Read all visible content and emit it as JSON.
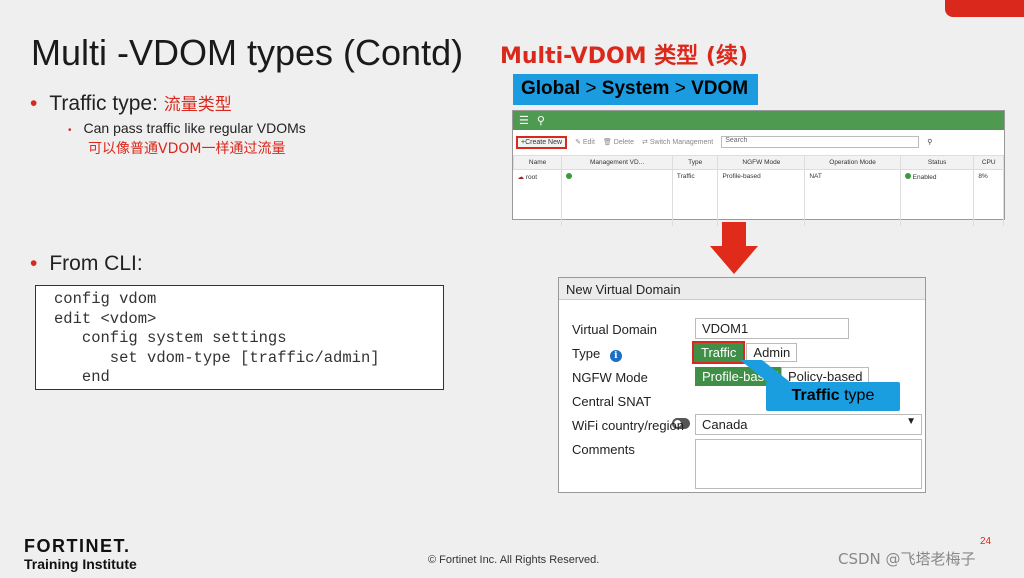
{
  "slide": {
    "title": "Multi -VDOM types (Contd)",
    "title_cn": "Multi-VDOM 类型 (续)",
    "bullet1": {
      "label": "Traffic type:",
      "cn": "流量类型"
    },
    "sub1": {
      "text": "Can pass traffic like regular VDOMs",
      "cn": "可以像普通VDOM一样通过流量"
    },
    "bullet2": "From CLI:",
    "cli": [
      "config vdom",
      "edit <vdom>",
      "   config system settings",
      "      set vdom-type [traffic/admin]",
      "   end"
    ]
  },
  "gui": {
    "path": {
      "a": "Global",
      "sep": ">",
      "b": "System",
      "c": "VDOM"
    },
    "toolbar": {
      "create": "Create New",
      "edit": "Edit",
      "delete": "Delete",
      "switch": "Switch Management",
      "search_placeholder": "Search"
    },
    "columns": [
      "Name",
      "Management VD...",
      "Type",
      "NGFW Mode",
      "Operation Mode",
      "Status",
      "CPU"
    ],
    "rows": [
      {
        "name": "root",
        "type": "Traffic",
        "ngfw": "Profile-based",
        "op": "NAT",
        "status": "Enabled",
        "cpu": "8%"
      }
    ]
  },
  "dialog": {
    "title": "New Virtual Domain",
    "vd_label": "Virtual Domain",
    "vd_value": "VDOM1",
    "type_label": "Type",
    "type_opt1": "Traffic",
    "type_opt2": "Admin",
    "ngfw_label": "NGFW Mode",
    "ngfw_opt1": "Profile-based",
    "ngfw_opt2": "Policy-based",
    "snat_label": "Central SNAT",
    "wifi_label": "WiFi country/region",
    "wifi_value": "Canada",
    "comments_label": "Comments"
  },
  "callout": {
    "bold": "Traffic",
    "rest": "type"
  },
  "footer": {
    "logo": "FORTINET.",
    "logo_sub": "Training Institute",
    "copyright": "© Fortinet Inc. All Rights Reserved.",
    "page": "24",
    "watermark": "CSDN @飞塔老梅子"
  },
  "colors": {
    "accent": "#da291c",
    "banner": "#1b9be0",
    "gui_green": "#4e9a51"
  }
}
